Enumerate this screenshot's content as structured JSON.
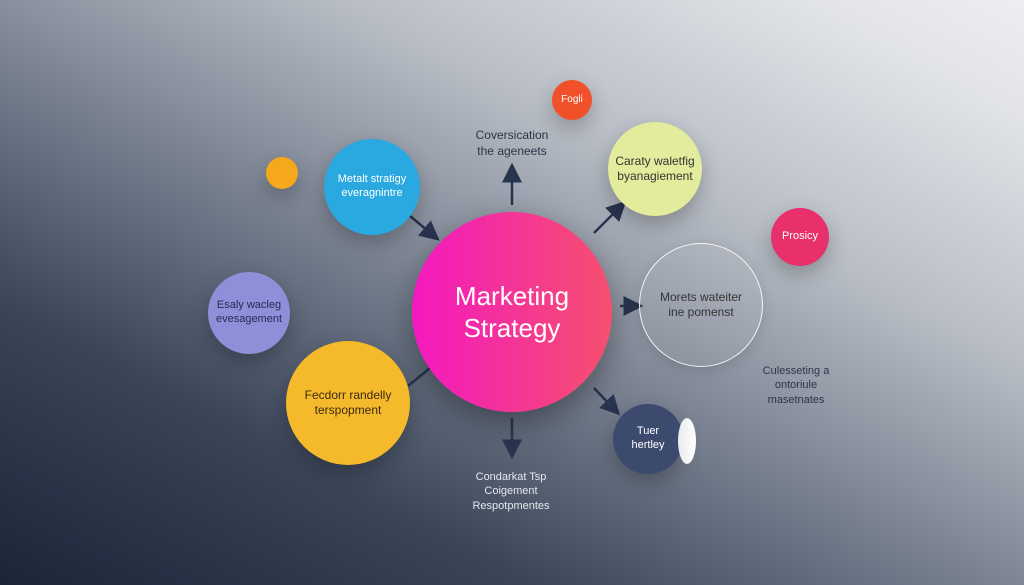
{
  "center": {
    "title_line1": "Marketing",
    "title_line2": "Strategy"
  },
  "nodes": {
    "blue": "Metalt stratigy everagnintre",
    "fogli": "Fogli",
    "yellow": "Caraty waletfig byanagiement",
    "prosicy": "Prosicy",
    "outline": "Morets wateiter ine pomenst",
    "purple": "Esaly wacleg evesagement",
    "orange": "Fecdorr randelly terspopment",
    "navy": "Tuer hertley"
  },
  "labels": {
    "top": "Coversication the ageneets",
    "right": "Culesseting a ontoriule masetnates",
    "bottom": "Condarkat Tsp Coigement Respotpmentes"
  },
  "colors": {
    "blue": "#29a9e0",
    "fogli": "#f0502a",
    "yellow": "#e3ec9c",
    "prosicy": "#e8306a",
    "purple": "#8e8ed9",
    "orange": "#f5b92c",
    "navy": "#3c4a6e",
    "dot": "#f5a81c",
    "arrow": "#283450"
  }
}
